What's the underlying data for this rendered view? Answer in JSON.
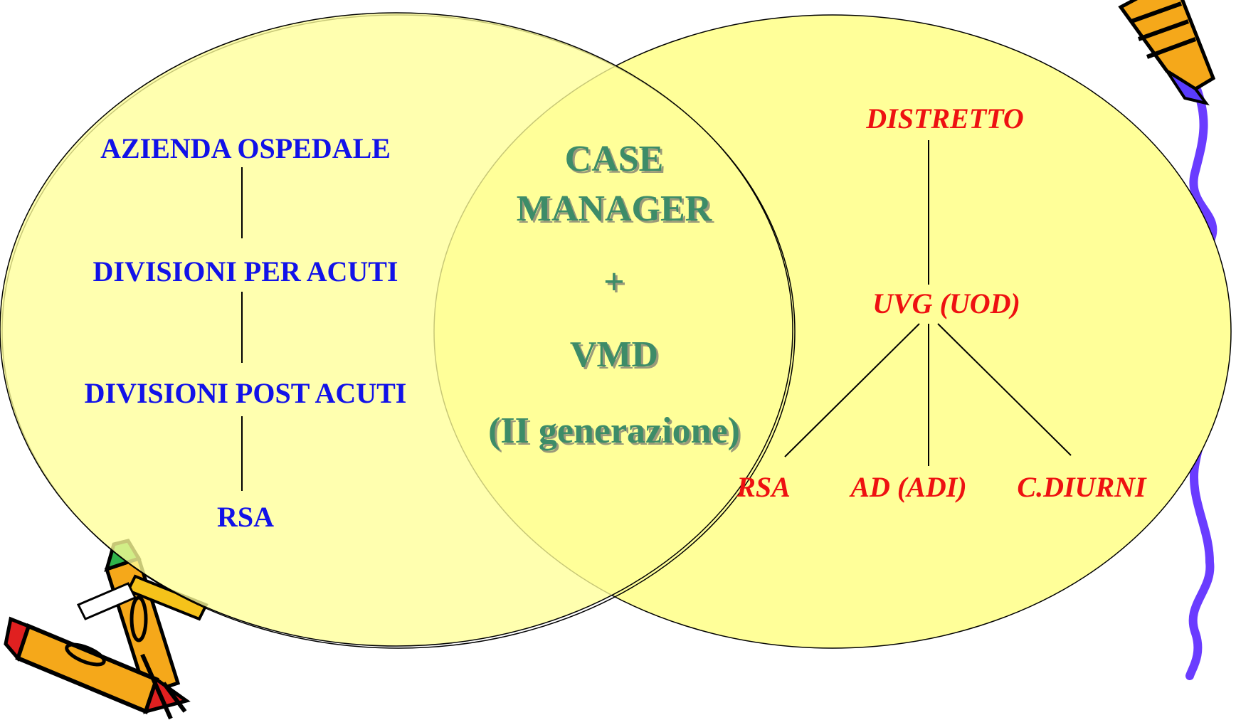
{
  "diagram": {
    "colors": {
      "ellipse_fill": "#ffff99",
      "left_text": "#1212e8",
      "center_text": "#3c8c68",
      "right_text": "#ee1111",
      "line": "#000000"
    },
    "left_hierarchy": {
      "levels": [
        "AZIENDA OSPEDALE",
        "DIVISIONI PER ACUTI",
        "DIVISIONI POST ACUTI",
        "RSA"
      ]
    },
    "overlap": {
      "lines": [
        "CASE",
        "MANAGER",
        "+",
        "VMD",
        "(II generazione)"
      ]
    },
    "right_hierarchy": {
      "root": "DISTRETTO",
      "middle": "UVG (UOD)",
      "leaves": [
        "RSA",
        "AD (ADI)",
        "C.DIURNI"
      ]
    },
    "decorations": [
      "crayons-clipart",
      "pencil-clipart"
    ]
  }
}
